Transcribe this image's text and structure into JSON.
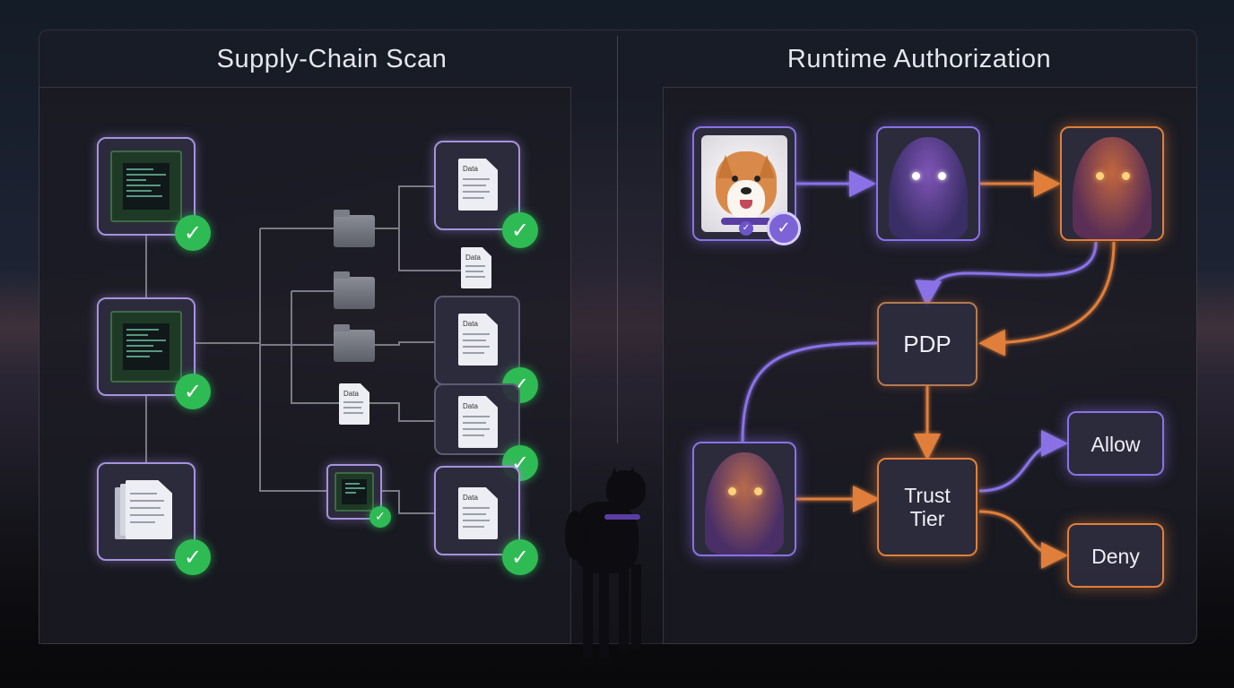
{
  "left_section": {
    "title": "Supply-Chain Scan",
    "doc_label": "Data"
  },
  "right_section": {
    "title": "Runtime Authorization",
    "nodes": {
      "pdp": "PDP",
      "trust_tier": "Trust\nTier",
      "allow": "Allow",
      "deny": "Deny"
    }
  },
  "icons": {
    "check": "✓",
    "badge": "✓"
  },
  "colors": {
    "purple_flow": "#8a72e6",
    "orange_flow": "#e07f3b",
    "check_green": "#2fbb54"
  }
}
